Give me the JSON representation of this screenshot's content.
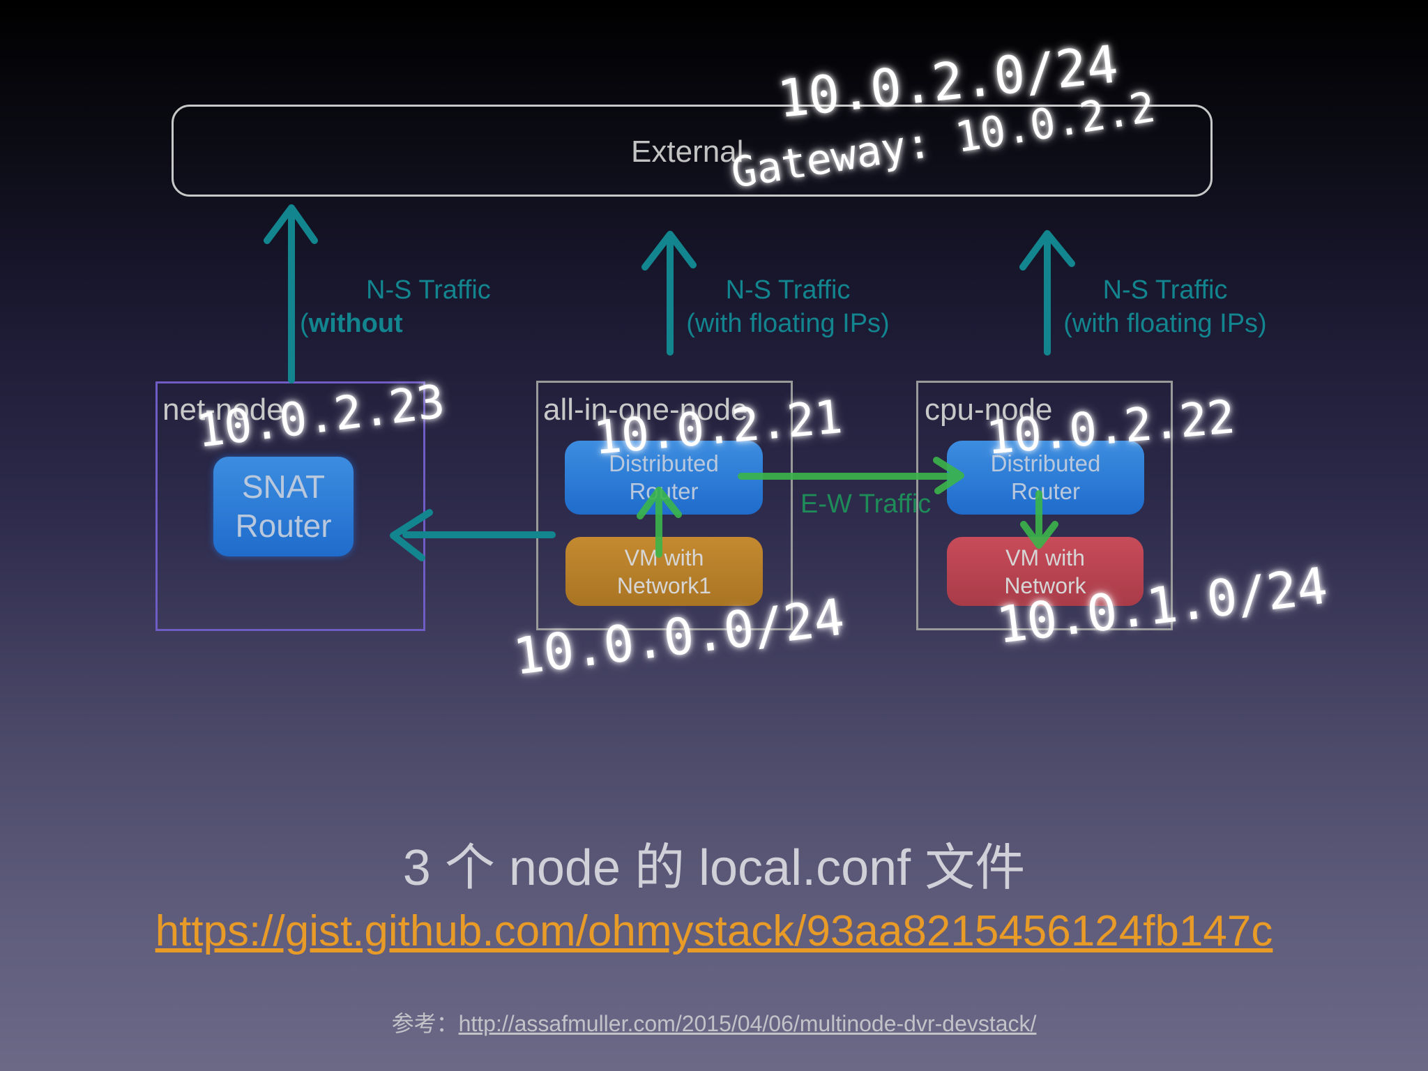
{
  "external": {
    "label": "External"
  },
  "nodes": {
    "net": {
      "label": "net-node",
      "router": [
        "SNAT",
        "Router"
      ]
    },
    "allinone": {
      "label": "all-in-one-node",
      "router": [
        "Distributed",
        "Router"
      ],
      "vm": [
        "VM with",
        "Network1"
      ]
    },
    "cpu": {
      "label": "cpu-node",
      "router": [
        "Distributed",
        "Router"
      ],
      "vm": [
        "VM with",
        "Network"
      ]
    }
  },
  "traffic": {
    "ns1": [
      "N-S Traffic",
      "without"
    ],
    "ns2": [
      "N-S Traffic",
      "(with floating IPs)"
    ],
    "ns3": [
      "N-S Traffic",
      "(with floating IPs)"
    ],
    "ew": "E-W Traffic"
  },
  "annotations": {
    "external_subnet": "10.0.2.0/24",
    "gateway": "Gateway: 10.0.2.2",
    "net_ip": "10.0.2.23",
    "allinone_ip": "10.0.2.21",
    "cpu_ip": "10.0.2.22",
    "network1_subnet": "10.0.0.0/24",
    "network_subnet": "10.0.1.0/24"
  },
  "headline": "3 个 node 的 local.conf 文件",
  "link": "https://gist.github.com/ohmystack/93aa8215456124fb147c",
  "reference": {
    "prefix": "参考：",
    "url": "http://assafmuller.com/2015/04/06/multinode-dvr-devstack/"
  },
  "colors": {
    "teal": "#12858f",
    "green": "#3bb54a",
    "link": "#e89b26"
  }
}
